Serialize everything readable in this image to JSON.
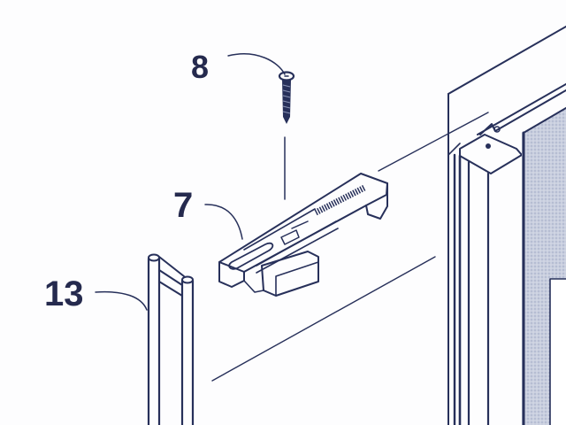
{
  "diagram": {
    "type": "exploded-assembly-drawing",
    "colors": {
      "ink": "#27305a",
      "label": "#252a4e",
      "panel_fill": "#c9cfdf",
      "background": "#fdfdfe"
    },
    "parts": [
      {
        "id": "8",
        "label": "8",
        "description": "countersunk screw"
      },
      {
        "id": "7",
        "label": "7",
        "description": "spring-loaded latch bracket"
      },
      {
        "id": "13",
        "label": "13",
        "description": "vertical rail profile"
      },
      {
        "id": "frame",
        "label": "",
        "description": "door frame corner with glass panel"
      }
    ]
  }
}
